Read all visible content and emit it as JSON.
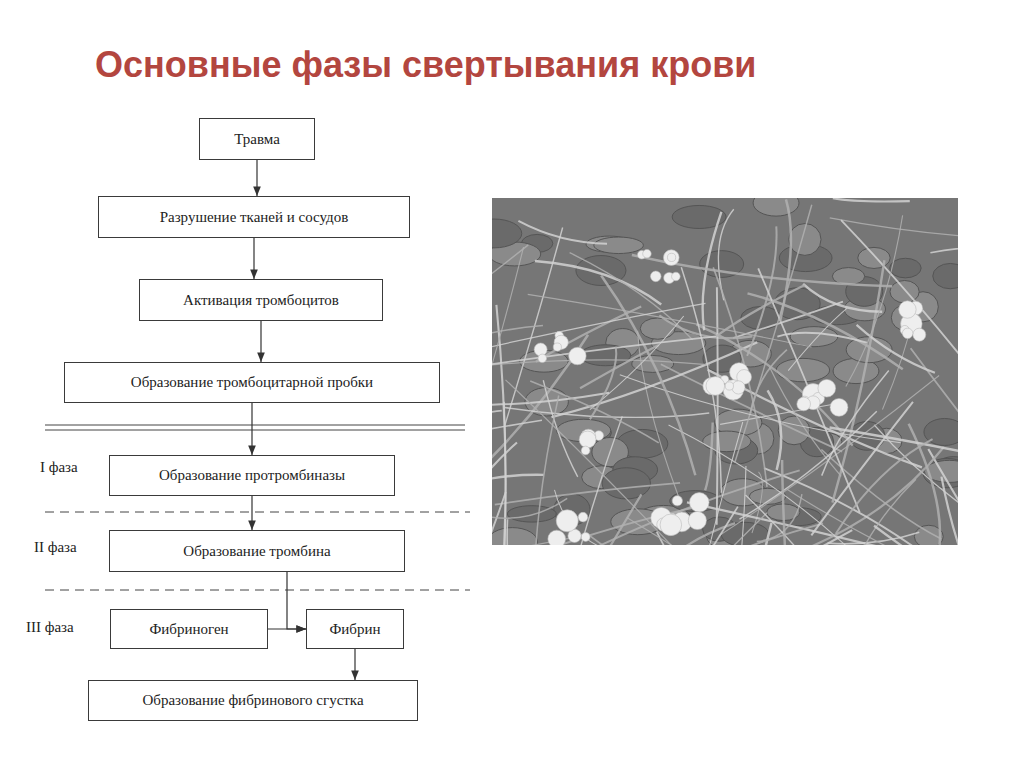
{
  "diagram": {
    "title": "Основные фазы свертывания крови",
    "nodes": [
      {
        "text": [
          "Травма"
        ]
      },
      {
        "text": [
          "Разрушение тканей и сосудов"
        ]
      },
      {
        "text": [
          "Активация тромбоцитов"
        ]
      },
      {
        "text": [
          "Образование тромбоцитарной пробки"
        ]
      },
      {
        "text": [
          "Образование протромбиназы"
        ]
      },
      {
        "text": [
          "Образование тромбина"
        ]
      },
      {
        "text": [
          "Фибриноген"
        ]
      },
      {
        "text": [
          "Фибрин"
        ]
      },
      {
        "text": [
          "Образование фибринового сгустка"
        ]
      }
    ],
    "edges": [
      {
        "from": 0,
        "to": 1,
        "arrow": "to"
      },
      {
        "from": 1,
        "to": 2,
        "arrow": "to"
      },
      {
        "from": 2,
        "to": 3,
        "arrow": "to"
      },
      {
        "from": 3,
        "to": 4,
        "arrow": "to"
      },
      {
        "from": 4,
        "to": 5,
        "arrow": "to"
      },
      {
        "from": 5,
        "to": 7,
        "arrow": "to"
      },
      {
        "from": 6,
        "to": 7,
        "arrow": "to"
      },
      {
        "from": 7,
        "to": 8,
        "arrow": "to"
      }
    ],
    "labels": [
      "I фаза",
      "II фаза",
      "III фаза"
    ]
  }
}
